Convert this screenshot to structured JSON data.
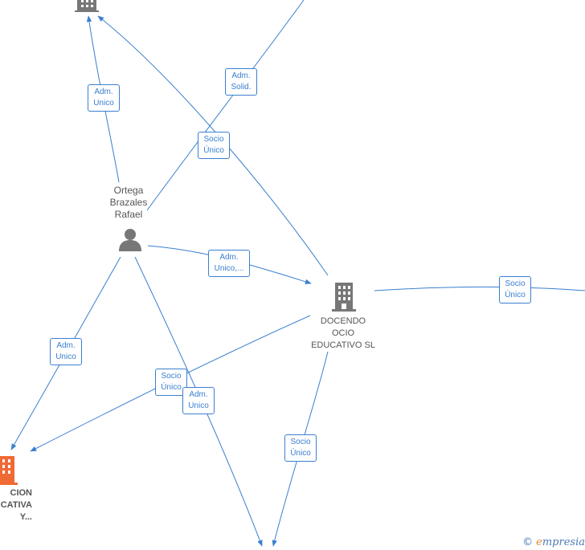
{
  "nodes": {
    "person": {
      "lines": [
        "Ortega",
        "Brazales",
        "Rafael"
      ],
      "icon": "person-icon"
    },
    "docendo": {
      "lines": [
        "DOCENDO",
        "OCIO",
        "EDUCATIVO  SL"
      ],
      "icon": "building-icon"
    },
    "orange_company": {
      "lines": [
        "CION",
        "CATIVA",
        "Y..."
      ],
      "icon": "building-icon",
      "color": "#f06a35"
    },
    "top_company": {
      "icon": "building-icon"
    }
  },
  "relations": [
    {
      "lines": [
        "Adm.",
        "Unico"
      ]
    },
    {
      "lines": [
        "Adm.",
        "Solid."
      ]
    },
    {
      "lines": [
        "Socio",
        "Único"
      ]
    },
    {
      "lines": [
        "Adm.",
        "Unico,..."
      ]
    },
    {
      "lines": [
        "Socio",
        "Único"
      ]
    },
    {
      "lines": [
        "Adm.",
        "Unico"
      ]
    },
    {
      "lines": [
        "Socio",
        "Único"
      ]
    },
    {
      "lines": [
        "Adm.",
        "Unico"
      ]
    },
    {
      "lines": [
        "Socio",
        "Único"
      ]
    }
  ],
  "watermark": {
    "copyright": "©",
    "brand_initial": "e",
    "brand_rest": "mpresia"
  },
  "colors": {
    "edge": "#3a7fd0",
    "node_gray": "#777777",
    "accent_orange": "#f06a35"
  }
}
